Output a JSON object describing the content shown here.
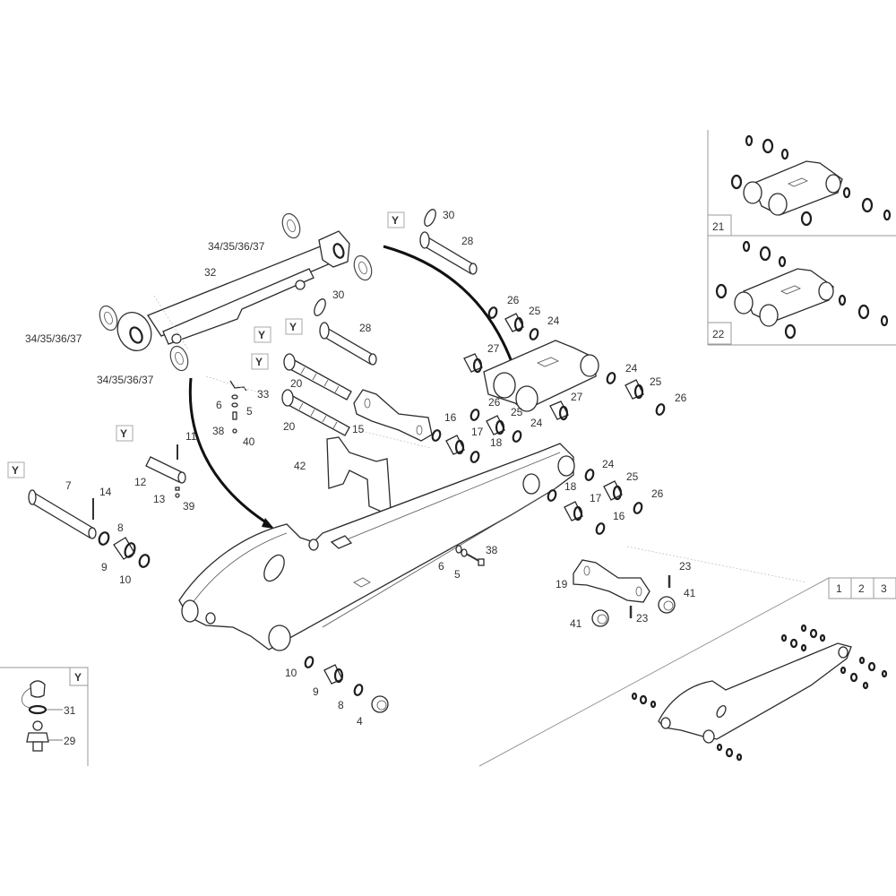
{
  "diagram": {
    "title": "Boom assembly exploded parts view",
    "callouts": [
      {
        "id": "c-34a",
        "text": "34/35/36/37"
      },
      {
        "id": "c-32",
        "text": "32"
      },
      {
        "id": "c-34b",
        "text": "34/35/36/37"
      },
      {
        "id": "c-34c",
        "text": "34/35/36/37"
      },
      {
        "id": "c-30a",
        "text": "30"
      },
      {
        "id": "c-28a",
        "text": "28"
      },
      {
        "id": "c-30b",
        "text": "30"
      },
      {
        "id": "c-28b",
        "text": "28"
      },
      {
        "id": "c-20a",
        "text": "20"
      },
      {
        "id": "c-33",
        "text": "33"
      },
      {
        "id": "c-20b",
        "text": "20"
      },
      {
        "id": "c-15",
        "text": "15"
      },
      {
        "id": "c-6a",
        "text": "6"
      },
      {
        "id": "c-5a",
        "text": "5"
      },
      {
        "id": "c-38a",
        "text": "38"
      },
      {
        "id": "c-40",
        "text": "40"
      },
      {
        "id": "c-11",
        "text": "11"
      },
      {
        "id": "c-12",
        "text": "12"
      },
      {
        "id": "c-13",
        "text": "13"
      },
      {
        "id": "c-39",
        "text": "39"
      },
      {
        "id": "c-7",
        "text": "7"
      },
      {
        "id": "c-14",
        "text": "14"
      },
      {
        "id": "c-8a",
        "text": "8"
      },
      {
        "id": "c-9a",
        "text": "9"
      },
      {
        "id": "c-10a",
        "text": "10"
      },
      {
        "id": "c-42",
        "text": "42"
      },
      {
        "id": "c-38b",
        "text": "38"
      },
      {
        "id": "c-6b",
        "text": "6"
      },
      {
        "id": "c-5b",
        "text": "5"
      },
      {
        "id": "c-26a",
        "text": "26"
      },
      {
        "id": "c-25a",
        "text": "25"
      },
      {
        "id": "c-24a",
        "text": "24"
      },
      {
        "id": "c-27a",
        "text": "27"
      },
      {
        "id": "c-24b",
        "text": "24"
      },
      {
        "id": "c-25b",
        "text": "25"
      },
      {
        "id": "c-26b",
        "text": "26"
      },
      {
        "id": "c-27b",
        "text": "27"
      },
      {
        "id": "c-26c",
        "text": "26"
      },
      {
        "id": "c-25c",
        "text": "25"
      },
      {
        "id": "c-24c",
        "text": "24"
      },
      {
        "id": "c-16a",
        "text": "16"
      },
      {
        "id": "c-17a",
        "text": "17"
      },
      {
        "id": "c-18a",
        "text": "18"
      },
      {
        "id": "c-24d",
        "text": "24"
      },
      {
        "id": "c-25d",
        "text": "25"
      },
      {
        "id": "c-26d",
        "text": "26"
      },
      {
        "id": "c-18b",
        "text": "18"
      },
      {
        "id": "c-17b",
        "text": "17"
      },
      {
        "id": "c-16b",
        "text": "16"
      },
      {
        "id": "c-19",
        "text": "19"
      },
      {
        "id": "c-23a",
        "text": "23"
      },
      {
        "id": "c-41a",
        "text": "41"
      },
      {
        "id": "c-41b",
        "text": "41"
      },
      {
        "id": "c-23b",
        "text": "23"
      },
      {
        "id": "c-10b",
        "text": "10"
      },
      {
        "id": "c-9b",
        "text": "9"
      },
      {
        "id": "c-8b",
        "text": "8"
      },
      {
        "id": "c-4",
        "text": "4"
      }
    ],
    "y_marker": "Y",
    "insets": {
      "variant_a": "21",
      "variant_b": "22",
      "lubrication": {
        "marker": "Y",
        "cap_label": "31",
        "nipple_label": "29"
      }
    },
    "page_tabs": [
      "1",
      "2",
      "3"
    ]
  }
}
